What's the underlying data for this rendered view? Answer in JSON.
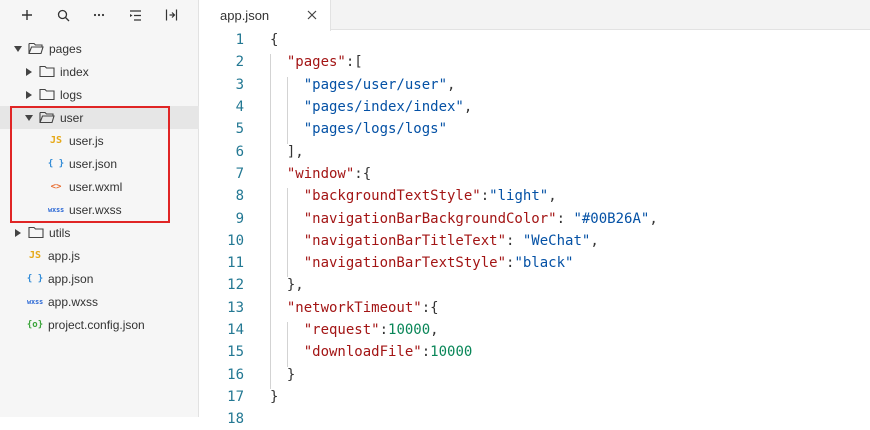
{
  "toolbar": {
    "icons": [
      "plus-icon",
      "search-icon",
      "more-icon",
      "collapse-icon",
      "split-icon"
    ]
  },
  "tree": {
    "pages": "pages",
    "index": "index",
    "logs": "logs",
    "user": "user",
    "user_js": "user.js",
    "user_json": "user.json",
    "user_wxml": "user.wxml",
    "user_wxss": "user.wxss",
    "utils": "utils",
    "app_js": "app.js",
    "app_json": "app.json",
    "app_wxss": "app.wxss",
    "project_config": "project.config.json"
  },
  "icon_glyphs": {
    "js": "JS",
    "json": "{ }",
    "wxml": "<>",
    "wxss": "wxss",
    "config": "{o}"
  },
  "colors": {
    "highlight_box": "#e02525",
    "key": "#a31515",
    "string": "#0451a5",
    "number": "#098658",
    "line_number": "#237893"
  },
  "editor": {
    "tab_label": "app.json",
    "line_numbers": [
      "1",
      "2",
      "3",
      "4",
      "5",
      "6",
      "7",
      "8",
      "9",
      "10",
      "11",
      "12",
      "13",
      "14",
      "15",
      "16",
      "17",
      "18"
    ],
    "lines": {
      "l1": {
        "p1": "{"
      },
      "l2": {
        "k": "\"pages\"",
        "p": ":["
      },
      "l3": {
        "s": "\"pages/user/user\"",
        "p": ","
      },
      "l4": {
        "s": "\"pages/index/index\"",
        "p": ","
      },
      "l5": {
        "s": "\"pages/logs/logs\""
      },
      "l6": {
        "p": "],"
      },
      "l7": {
        "k": "\"window\"",
        "p": ":{"
      },
      "l8": {
        "k": "\"backgroundTextStyle\"",
        "p": ":",
        "s": "\"light\"",
        "p2": ","
      },
      "l9": {
        "k": "\"navigationBarBackgroundColor\"",
        "p": ": ",
        "s": "\"#00B26A\"",
        "p2": ","
      },
      "l10": {
        "k": "\"navigationBarTitleText\"",
        "p": ": ",
        "s": "\"WeChat\"",
        "p2": ","
      },
      "l11": {
        "k": "\"navigationBarTextStyle\"",
        "p": ":",
        "s": "\"black\""
      },
      "l12": {
        "p": "},"
      },
      "l13": {
        "k": "\"networkTimeout\"",
        "p": ":{"
      },
      "l14": {
        "k": "\"request\"",
        "p": ":",
        "n": "10000",
        "p2": ","
      },
      "l15": {
        "k": "\"downloadFile\"",
        "p": ":",
        "n": "10000"
      },
      "l16": {
        "p": "}"
      },
      "l17": {
        "p": "}"
      },
      "l18": {
        "p": ""
      }
    }
  }
}
